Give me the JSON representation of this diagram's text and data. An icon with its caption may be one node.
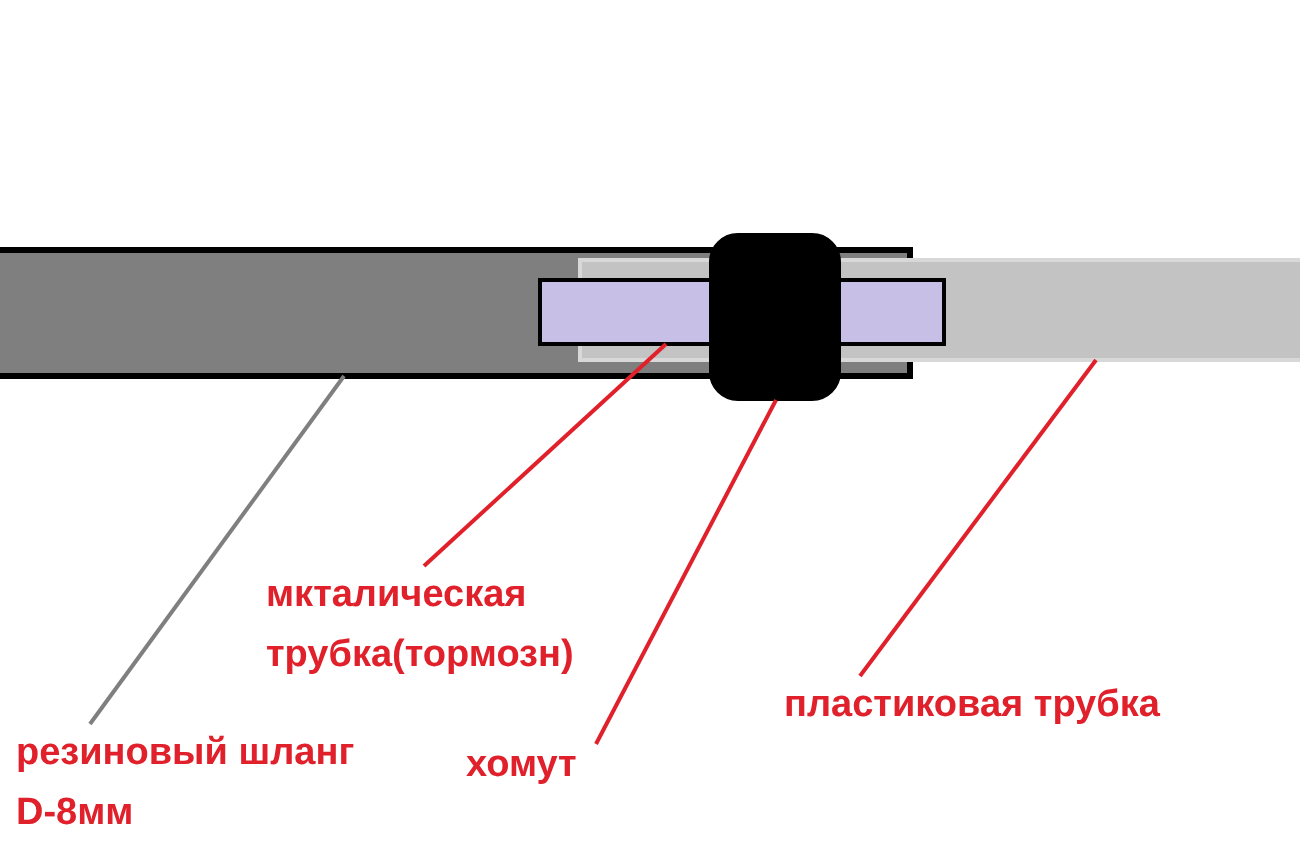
{
  "diagram": {
    "nodes": [
      {
        "text": [
          "резиновый шланг D-8мм"
        ]
      },
      {
        "text": [],
        "shape": "bar"
      },
      {
        "text": [
          "мкталическая трубка(тормозн)"
        ]
      },
      {
        "text": [],
        "shape": "bar"
      },
      {
        "text": [
          "хомут"
        ]
      },
      {
        "text": [],
        "shape": "box"
      },
      {
        "text": [
          "пластиковая трубка"
        ]
      },
      {
        "text": [],
        "shape": "bar"
      }
    ],
    "edges": [
      {
        "from": 0,
        "to": 1,
        "arrow": "none",
        "color": "#7f7f7f"
      },
      {
        "from": 2,
        "to": 3,
        "arrow": "none"
      },
      {
        "from": 4,
        "to": 5,
        "arrow": "none"
      },
      {
        "from": 6,
        "to": 7,
        "arrow": "none"
      }
    ]
  }
}
